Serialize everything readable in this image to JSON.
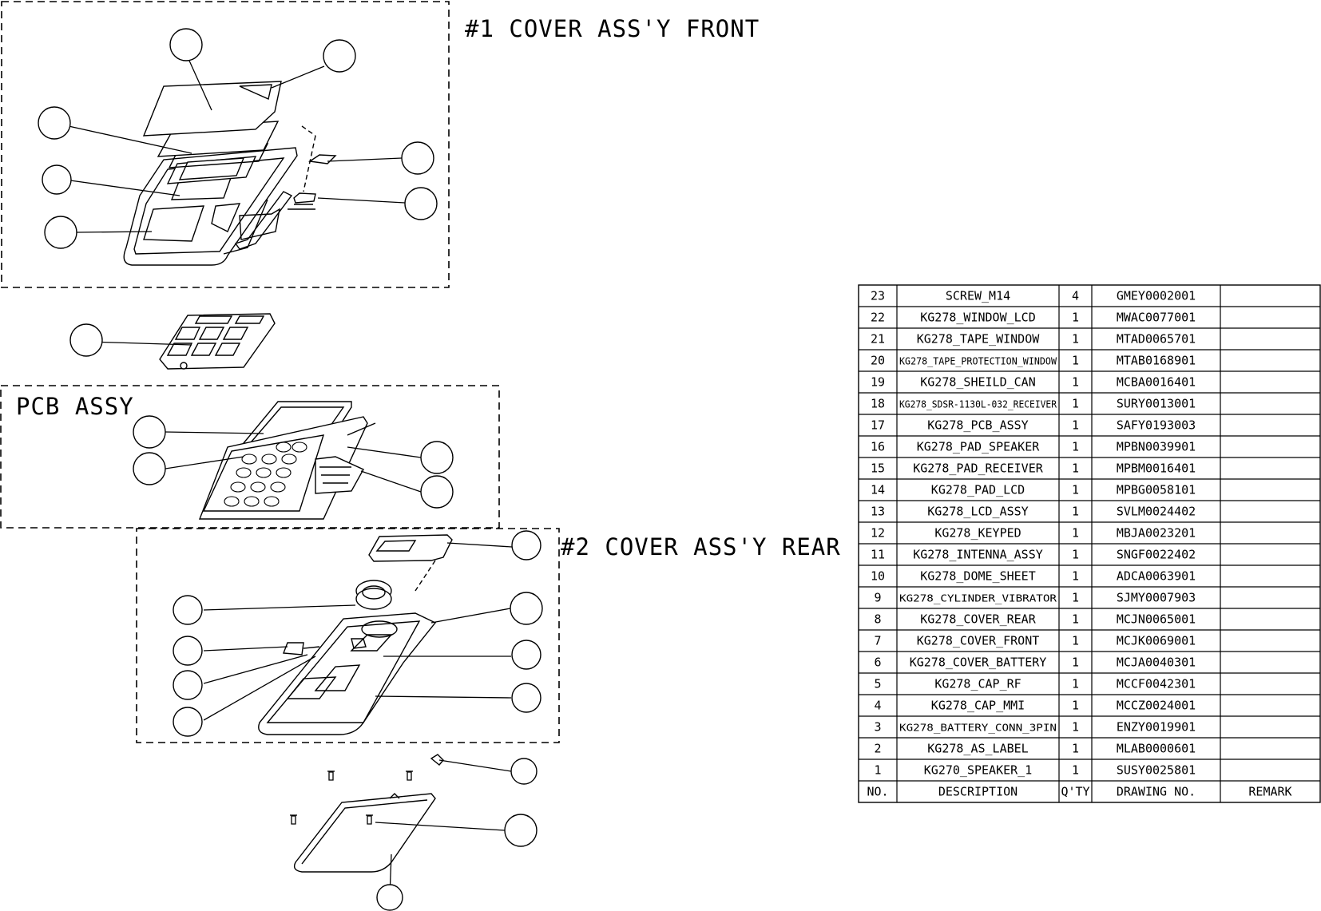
{
  "section_titles": {
    "cover_front": "#1 COVER ASS'Y FRONT",
    "pcb_assy": "PCB ASSY",
    "cover_rear": "#2 COVER ASS'Y REAR"
  },
  "parts_table": {
    "headers": {
      "no": "NO.",
      "description": "DESCRIPTION",
      "qty": "Q'TY",
      "drawing_no": "DRAWING  NO.",
      "remark": "REMARK"
    },
    "rows": [
      {
        "no": "23",
        "description": "SCREW_M14",
        "qty": "4",
        "drawing_no": "GMEY0002001",
        "remark": ""
      },
      {
        "no": "22",
        "description": "KG278_WINDOW_LCD",
        "qty": "1",
        "drawing_no": "MWAC0077001",
        "remark": ""
      },
      {
        "no": "21",
        "description": "KG278_TAPE_WINDOW",
        "qty": "1",
        "drawing_no": "MTAD0065701",
        "remark": ""
      },
      {
        "no": "20",
        "description": "KG278_TAPE_PROTECTION_WINDOW",
        "qty": "1",
        "drawing_no": "MTAB0168901",
        "remark": ""
      },
      {
        "no": "19",
        "description": "KG278_SHEILD_CAN",
        "qty": "1",
        "drawing_no": "MCBA0016401",
        "remark": ""
      },
      {
        "no": "18",
        "description": "KG278_SDSR-1130L-032_RECEIVER",
        "qty": "1",
        "drawing_no": "SURY0013001",
        "remark": ""
      },
      {
        "no": "17",
        "description": "KG278_PCB_ASSY",
        "qty": "1",
        "drawing_no": "SAFY0193003",
        "remark": ""
      },
      {
        "no": "16",
        "description": "KG278_PAD_SPEAKER",
        "qty": "1",
        "drawing_no": "MPBN0039901",
        "remark": ""
      },
      {
        "no": "15",
        "description": "KG278_PAD_RECEIVER",
        "qty": "1",
        "drawing_no": "MPBM0016401",
        "remark": ""
      },
      {
        "no": "14",
        "description": "KG278_PAD_LCD",
        "qty": "1",
        "drawing_no": "MPBG0058101",
        "remark": ""
      },
      {
        "no": "13",
        "description": "KG278_LCD_ASSY",
        "qty": "1",
        "drawing_no": "SVLM0024402",
        "remark": ""
      },
      {
        "no": "12",
        "description": "KG278_KEYPED",
        "qty": "1",
        "drawing_no": "MBJA0023201",
        "remark": ""
      },
      {
        "no": "11",
        "description": "KG278_INTENNA_ASSY",
        "qty": "1",
        "drawing_no": "SNGF0022402",
        "remark": ""
      },
      {
        "no": "10",
        "description": "KG278_DOME_SHEET",
        "qty": "1",
        "drawing_no": "ADCA0063901",
        "remark": ""
      },
      {
        "no": "9",
        "description": "KG278_CYLINDER_VIBRATOR",
        "qty": "1",
        "drawing_no": "SJMY0007903",
        "remark": ""
      },
      {
        "no": "8",
        "description": "KG278_COVER_REAR",
        "qty": "1",
        "drawing_no": "MCJN0065001",
        "remark": ""
      },
      {
        "no": "7",
        "description": "KG278_COVER_FRONT",
        "qty": "1",
        "drawing_no": "MCJK0069001",
        "remark": ""
      },
      {
        "no": "6",
        "description": "KG278_COVER_BATTERY",
        "qty": "1",
        "drawing_no": "MCJA0040301",
        "remark": ""
      },
      {
        "no": "5",
        "description": "KG278_CAP_RF",
        "qty": "1",
        "drawing_no": "MCCF0042301",
        "remark": ""
      },
      {
        "no": "4",
        "description": "KG278_CAP_MMI",
        "qty": "1",
        "drawing_no": "MCCZ0024001",
        "remark": ""
      },
      {
        "no": "3",
        "description": "KG278_BATTERY_CONN_3PIN",
        "qty": "1",
        "drawing_no": "ENZY0019901",
        "remark": ""
      },
      {
        "no": "2",
        "description": "KG278_AS_LABEL",
        "qty": "1",
        "drawing_no": "MLAB0000601",
        "remark": ""
      },
      {
        "no": "1",
        "description": "KG270_SPEAKER_1",
        "qty": "1",
        "drawing_no": "SUSY0025801",
        "remark": ""
      }
    ]
  }
}
